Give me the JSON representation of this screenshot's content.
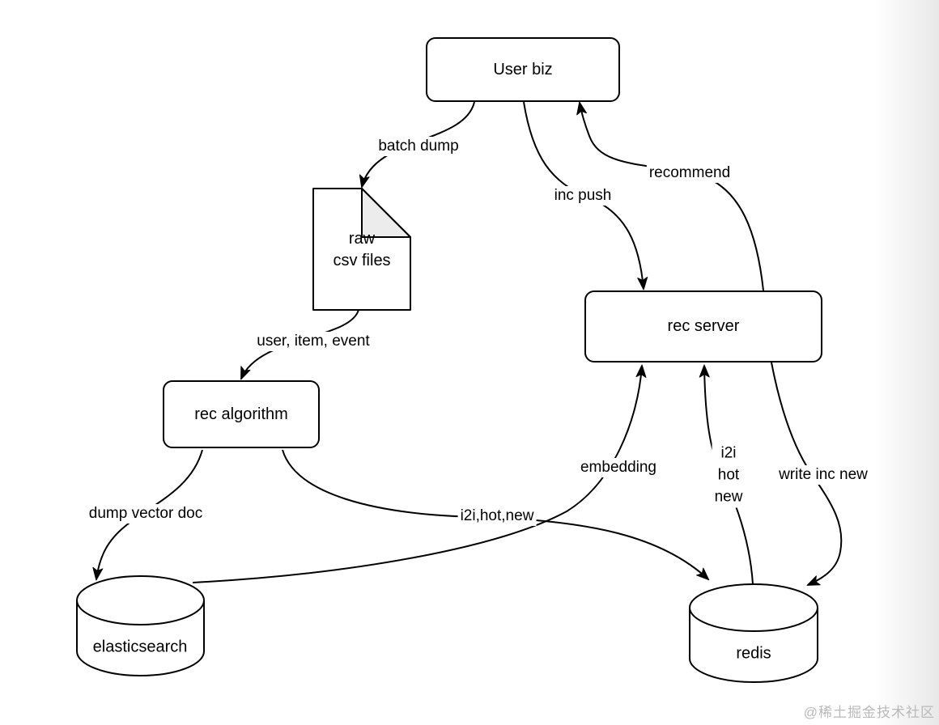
{
  "diagram": {
    "title": "recommendation system architecture flow",
    "colors": {
      "stroke": "#000000",
      "node_fill": "#ffffff",
      "document_fold_fill": "#ececec",
      "background": "#ffffff",
      "watermark_text": "#b9b9b9"
    },
    "nodes": {
      "user_biz": {
        "label": "User biz",
        "shape": "rounded-rect"
      },
      "raw_csv_files": {
        "label": "raw\ncsv files",
        "shape": "document"
      },
      "rec_algorithm": {
        "label": "rec algorithm",
        "shape": "rounded-rect"
      },
      "rec_server": {
        "label": "rec server",
        "shape": "rounded-rect"
      },
      "elasticsearch": {
        "label": "elasticsearch",
        "shape": "cylinder"
      },
      "redis": {
        "label": "redis",
        "shape": "cylinder"
      }
    },
    "edges": {
      "batch_dump": {
        "label": "batch dump",
        "from": "user_biz",
        "to": "raw_csv_files"
      },
      "user_item_event": {
        "label": "user, item, event",
        "from": "raw_csv_files",
        "to": "rec_algorithm"
      },
      "inc_push": {
        "label": "inc push",
        "from": "user_biz",
        "to": "rec_server"
      },
      "recommend": {
        "label": "recommend",
        "from": "rec_server",
        "to": "user_biz"
      },
      "dump_vector_doc": {
        "label": "dump vector doc",
        "from": "rec_algorithm",
        "to": "elasticsearch"
      },
      "i2i_hot_new_inline": {
        "label": "i2i,hot,new",
        "from": "rec_algorithm",
        "to": "redis"
      },
      "embedding": {
        "label": "embedding",
        "from": "elasticsearch",
        "to": "rec_server"
      },
      "i2i_hot_new_stacked": {
        "label": "i2i\nhot\nnew",
        "from": "redis",
        "to": "rec_server"
      },
      "write_inc_new": {
        "label": "write inc new",
        "from": "rec_server",
        "to": "redis"
      }
    },
    "watermark": "@稀土掘金技术社区"
  }
}
